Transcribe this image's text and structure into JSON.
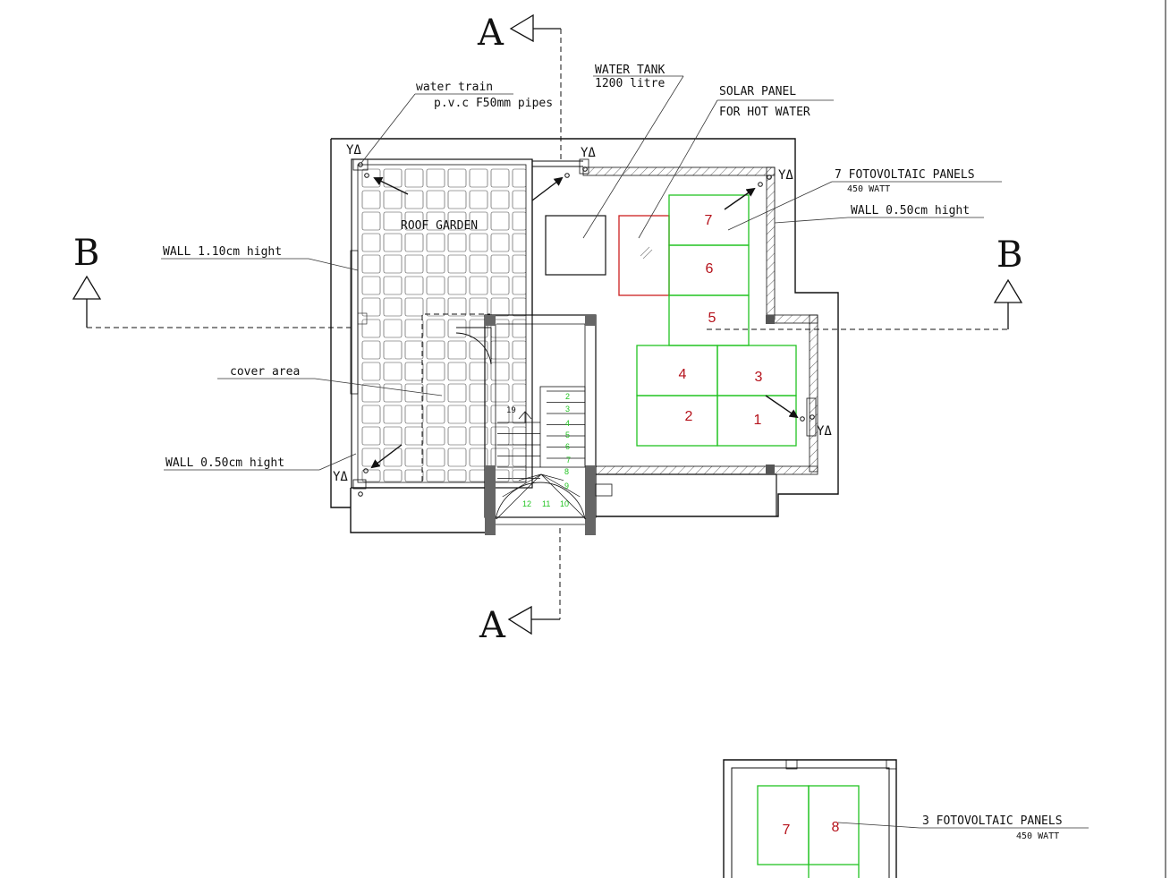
{
  "section_marks": {
    "a": "A",
    "b": "B"
  },
  "labels": {
    "water_train_line1": "water train",
    "water_train_line2": "p.v.c F50mm pipes",
    "water_tank_line1": "WATER TANK",
    "water_tank_line2": "1200 litre",
    "solar_line1": "SOLAR PANEL",
    "solar_line2": "FOR HOT WATER",
    "pv_main_line1": "7 FOTOVOLTAIC PANELS",
    "pv_main_line2": "450 WATT",
    "wall_right": "WALL 0.50cm hight",
    "roof_garden": "ROOF GARDEN",
    "wall_110": "WALL 1.10cm hight",
    "cover_area": "cover area",
    "wall_left": "WALL 0.50cm hight",
    "pv_small_line1": "3 FOTOVOLTAIC PANELS",
    "pv_small_line2": "450 WATT"
  },
  "drain_symbol": "ΥΔ",
  "panels_main": [
    "7",
    "6",
    "5",
    "4",
    "3",
    "2",
    "1"
  ],
  "panels_small": [
    "7",
    "8"
  ],
  "stair_numbers": [
    "2",
    "3",
    "4",
    "5",
    "6",
    "7",
    "8",
    "9",
    "10",
    "11",
    "12",
    "19"
  ],
  "colors": {
    "panel_outline": "#22c422",
    "panel_number": "#b5121b",
    "solar_panel": "#cc1f1f"
  }
}
